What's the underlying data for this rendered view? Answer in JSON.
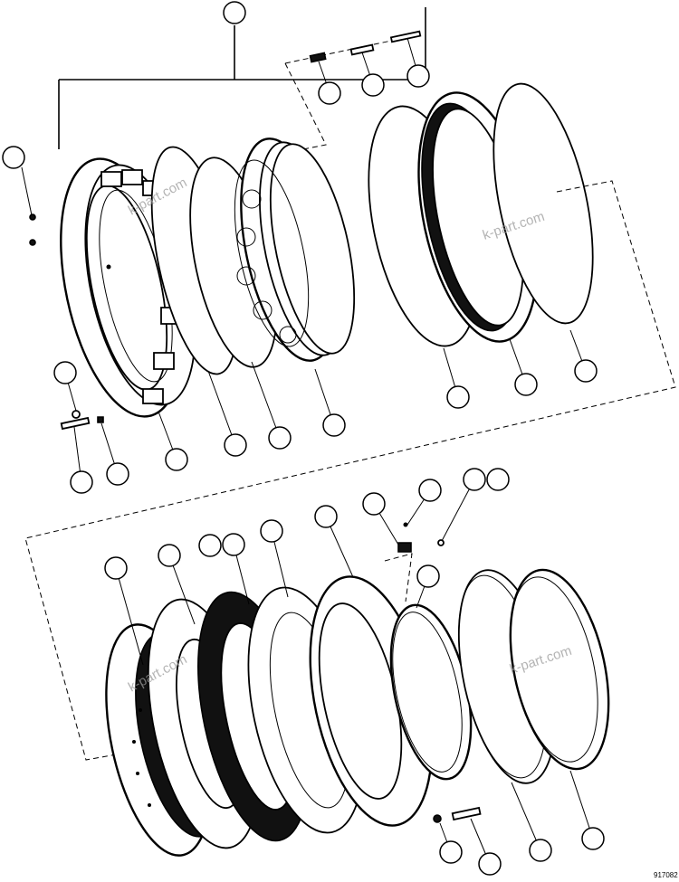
{
  "diagram": {
    "type": "exploded-parts-view",
    "watermark": "k-part.com",
    "figure_code": "917082",
    "callout_count": 30,
    "colors": {
      "line": "#000000",
      "background": "#ffffff",
      "watermark": "#9a9a9a"
    }
  }
}
